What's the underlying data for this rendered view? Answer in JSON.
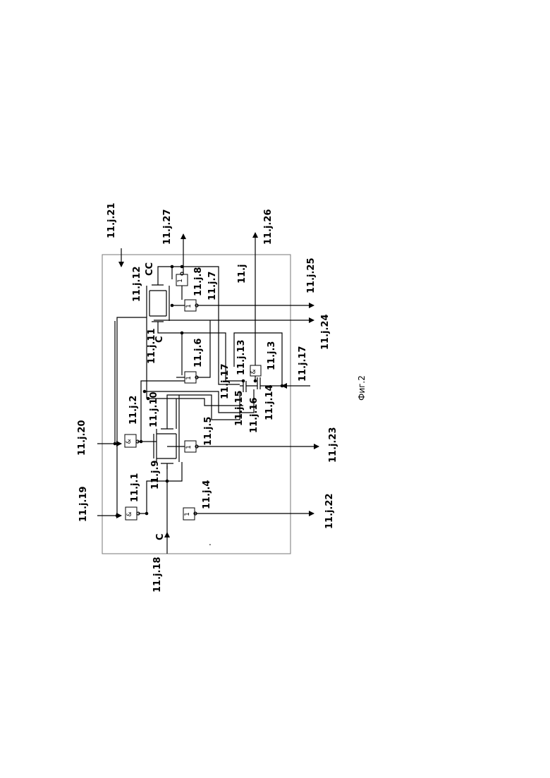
{
  "figure": {
    "caption": "Фиг.2",
    "block_label": "11.j",
    "external_pins": {
      "in_18": "11.j.18",
      "in_19": "11.j.19",
      "in_20": "11.j.20",
      "in_21": "11.j.21",
      "in_17": "11.j.17",
      "out_22": "11.j.22",
      "out_23": "11.j.23",
      "out_24": "11.j.24",
      "out_25": "11.j.25",
      "out_26": "11.j.26",
      "out_27": "11.j.27"
    },
    "signal_c_bottom": "C",
    "signal_c_top": "C",
    "signal_cc": "CC",
    "internal_labels": {
      "n1": "11.j.1",
      "n2": "11.j.2",
      "n3": "11.j.3",
      "n4": "11.j.4",
      "n5": "11.j.5",
      "n6": "11.j.6",
      "n7": "11.j.7",
      "n8": "11.j.8",
      "n9": "11.j.9",
      "n10": "11.j.10",
      "n11": "11.j.11",
      "n12": "11.j.12",
      "n13": "11.j.13",
      "n14": "11.j.14",
      "n15": "11.j.15",
      "n16": "11.j.16",
      "n17": "11.j.17"
    },
    "gate_symbols": {
      "and": "&",
      "not": "1"
    }
  }
}
